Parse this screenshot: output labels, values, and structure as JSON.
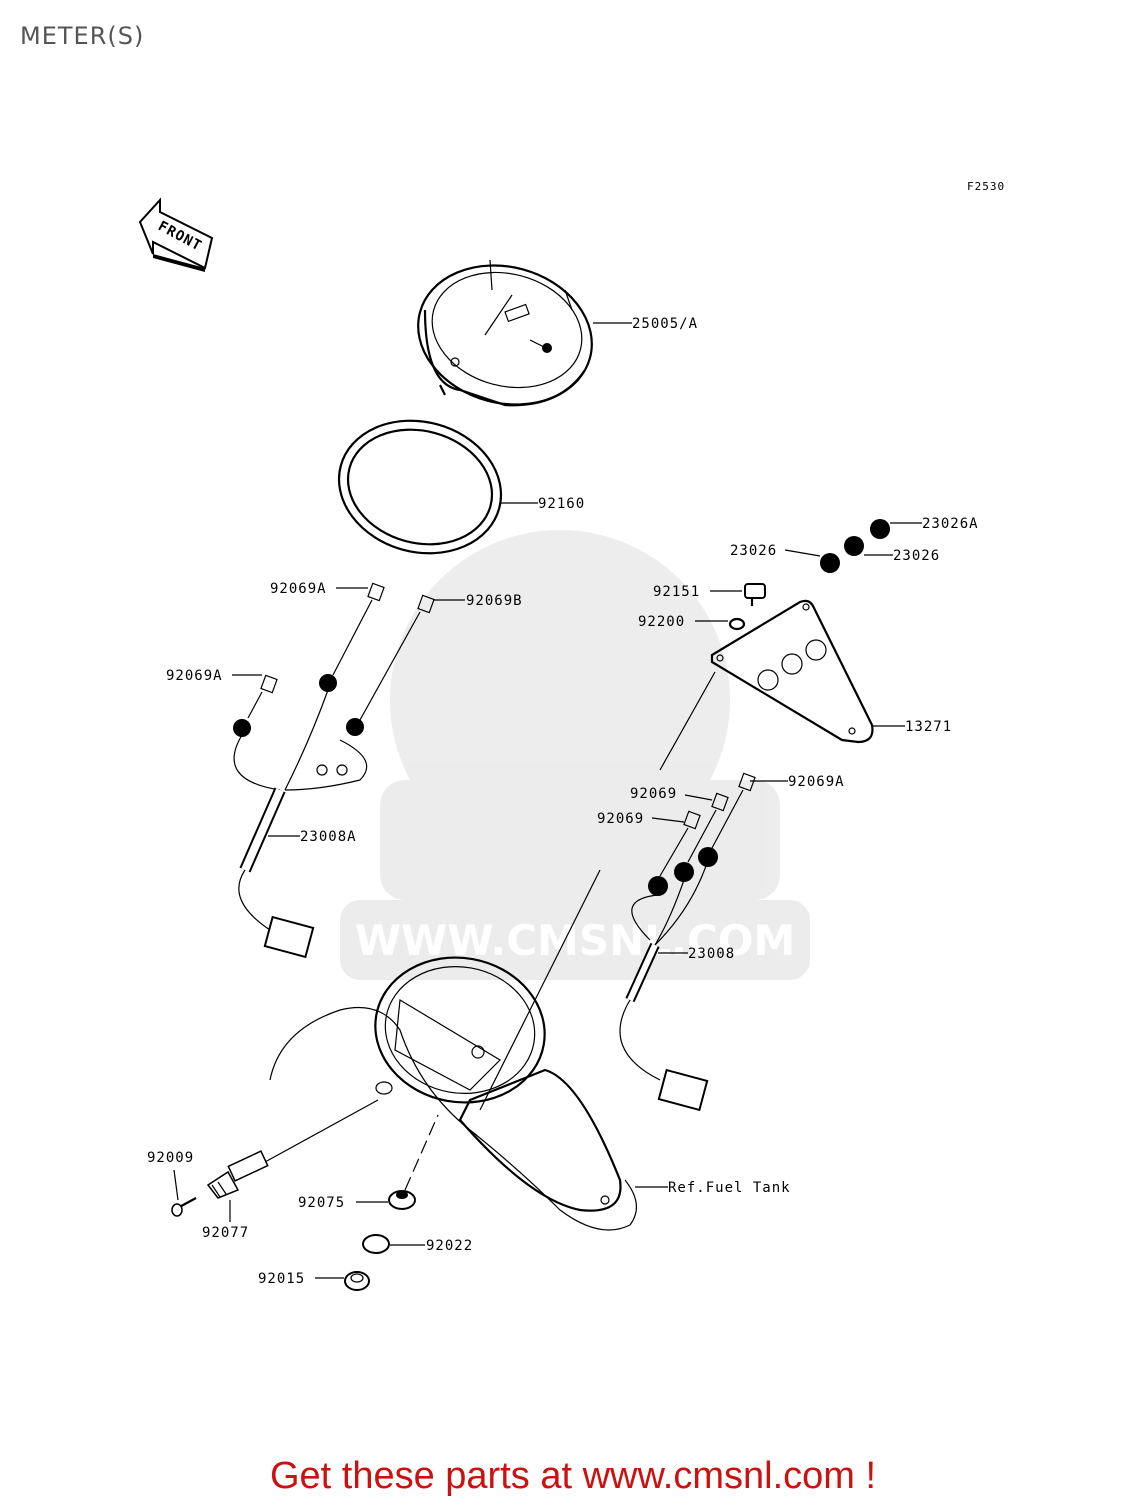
{
  "title": "METER(S)",
  "figure_code": "F2530",
  "front_arrow": "FRONT",
  "labels": {
    "meter": "25005/A",
    "ring": "92160",
    "cap_a": "23026A",
    "cap_1": "23026",
    "cap_2": "23026",
    "bolt": "92151",
    "washer": "92200",
    "bracket": "13271",
    "bulb_92069a_top": "92069A",
    "bulb_92069b": "92069B",
    "bulb_92069a_left": "92069A",
    "harness_a": "23008A",
    "bulb_92069_1": "92069",
    "bulb_92069_2": "92069",
    "bulb_92069a_right": "92069A",
    "harness": "23008",
    "screw": "92009",
    "knob": "92077",
    "grommet_75": "92075",
    "grommet_22": "92022",
    "grommet_15": "92015",
    "tank": "Ref.Fuel Tank"
  },
  "watermark": "WWW.CMSNL.COM",
  "footer": "Get these parts at www.cmsnl.com !"
}
